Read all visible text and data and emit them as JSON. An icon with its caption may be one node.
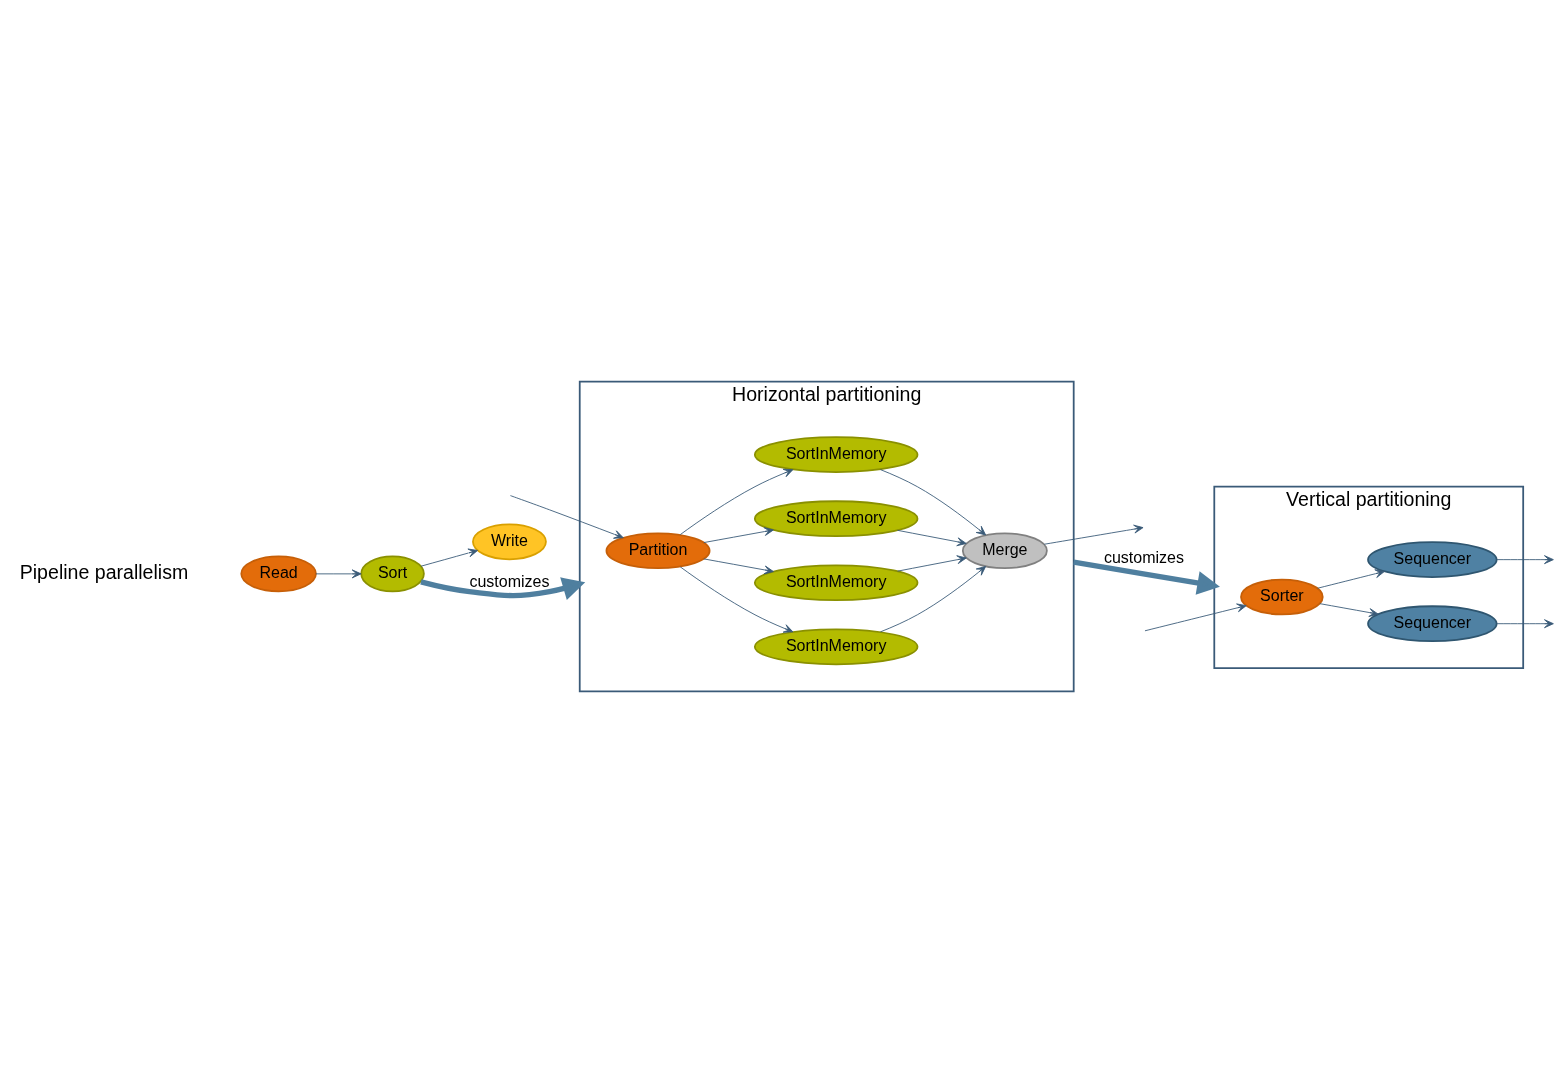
{
  "diagram": {
    "nodes": [
      {
        "text": [
          "Read"
        ]
      },
      {
        "text": [
          "Sort"
        ]
      },
      {
        "text": [
          "Write"
        ]
      },
      {
        "text": [
          "Horizontal partitioning"
        ]
      },
      {
        "text": [
          "Partition"
        ],
        "in": 3
      },
      {
        "text": [
          "SortInMemory"
        ],
        "in": 3
      },
      {
        "text": [
          "SortInMemory"
        ],
        "in": 3
      },
      {
        "text": [
          "SortInMemory"
        ],
        "in": 3
      },
      {
        "text": [
          "SortInMemory"
        ],
        "in": 3
      },
      {
        "text": [
          "Merge"
        ],
        "in": 3
      },
      {
        "text": [
          "Vertical partitioning"
        ]
      },
      {
        "text": [
          "Sorter"
        ],
        "in": 10
      },
      {
        "text": [
          "Sequencer"
        ],
        "in": 10
      },
      {
        "text": [
          "Sequencer"
        ],
        "in": 10
      }
    ],
    "edges": [
      {
        "from": 0,
        "to": 1,
        "arrow": "to"
      },
      {
        "from": 1,
        "to": 2,
        "arrow": "to"
      },
      {
        "from": 1,
        "to": 3,
        "arrow": "to",
        "label": "customizes",
        "style": "thick",
        "color": "#4f7f9f"
      },
      {
        "from": null,
        "to": 4,
        "arrow": "to"
      },
      {
        "from": 4,
        "to": 5,
        "arrow": "to"
      },
      {
        "from": 4,
        "to": 6,
        "arrow": "to"
      },
      {
        "from": 4,
        "to": 7,
        "arrow": "to"
      },
      {
        "from": 4,
        "to": 8,
        "arrow": "to"
      },
      {
        "from": 5,
        "to": 9,
        "arrow": "to"
      },
      {
        "from": 6,
        "to": 9,
        "arrow": "to"
      },
      {
        "from": 7,
        "to": 9,
        "arrow": "to"
      },
      {
        "from": 8,
        "to": 9,
        "arrow": "to"
      },
      {
        "from": 9,
        "to": null,
        "arrow": "to"
      },
      {
        "from": 3,
        "to": 10,
        "arrow": "to",
        "label": "customizes",
        "style": "thick",
        "color": "#4f7f9f"
      },
      {
        "from": null,
        "to": 11,
        "arrow": "to"
      },
      {
        "from": 11,
        "to": 12,
        "arrow": "to"
      },
      {
        "from": 11,
        "to": 13,
        "arrow": "to"
      },
      {
        "from": 12,
        "to": null,
        "arrow": "to"
      },
      {
        "from": 13,
        "to": null,
        "arrow": "to"
      }
    ],
    "labels": [
      "Pipeline parallelism"
    ]
  }
}
